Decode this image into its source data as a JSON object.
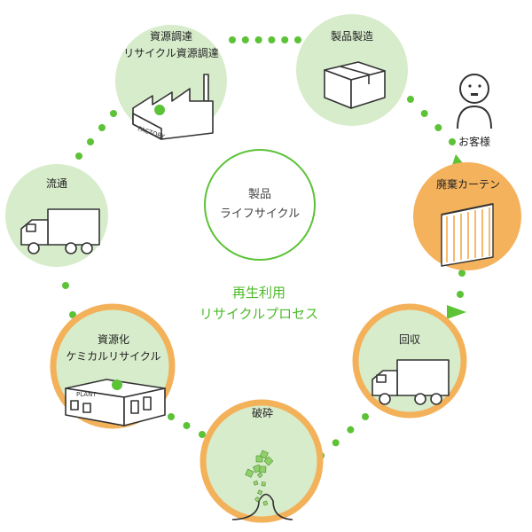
{
  "center": {
    "line1": "製品",
    "line2": "ライフサイクル"
  },
  "process": {
    "line1": "再生利用",
    "line2": "リサイクルプロセス"
  },
  "stages": {
    "procurement": {
      "line1": "資源調達",
      "line2": "リサイクル資源調達"
    },
    "manufacturing": {
      "label": "製品製造"
    },
    "customer": {
      "label": "お客様"
    },
    "disposal": {
      "label": "廃棄カーテン"
    },
    "collection": {
      "label": "回収"
    },
    "crushing": {
      "label": "破砕"
    },
    "chemical": {
      "line1": "資源化",
      "line2": "ケミカルリサイクル"
    },
    "distribution": {
      "label": "流通"
    }
  },
  "icon_text": {
    "factory": "FACTORY",
    "plant": "PLANT"
  },
  "colors": {
    "green_fill": "#d7eccb",
    "green_dots": "#5cc236",
    "orange": "#f5b25c",
    "orange_border": "#f3b15a",
    "center_ring": "#5cc236",
    "process_text": "#4dbb2a",
    "line": "#333333"
  }
}
